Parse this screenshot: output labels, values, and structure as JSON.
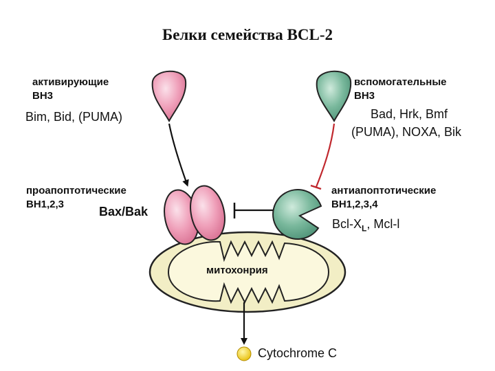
{
  "title": "Белки семейства BCL-2",
  "activator": {
    "class": "активирующие",
    "domain": "BH3",
    "members": "Bim, Bid, (PUMA)"
  },
  "sensitizer": {
    "class": "вспомогательные",
    "domain": "BH3",
    "members_line1": "Bad, Hrk, Bmf",
    "members_line2": "(PUMA), NOXA, Bik"
  },
  "proapoptotic": {
    "class": "проапоптотические",
    "domain": "BH1,2,3",
    "members": "Bax/Bak"
  },
  "antiapoptotic": {
    "class": "антиапоптотические",
    "domain": "BH1,2,3,4",
    "members_main": "Bcl-X",
    "members_sub": "L",
    "members_rest": ", Mcl-l"
  },
  "mitochondrion": "митохонрия",
  "release": "Cytochrome C",
  "colors": {
    "pink": "#e98aa6",
    "pink_light": "#f6c3d3",
    "green": "#5fa98a",
    "green_light": "#a9d7c3",
    "mito_fill": "#f2eec5",
    "red": "#c0272d",
    "cytc": "#f3d21a"
  }
}
